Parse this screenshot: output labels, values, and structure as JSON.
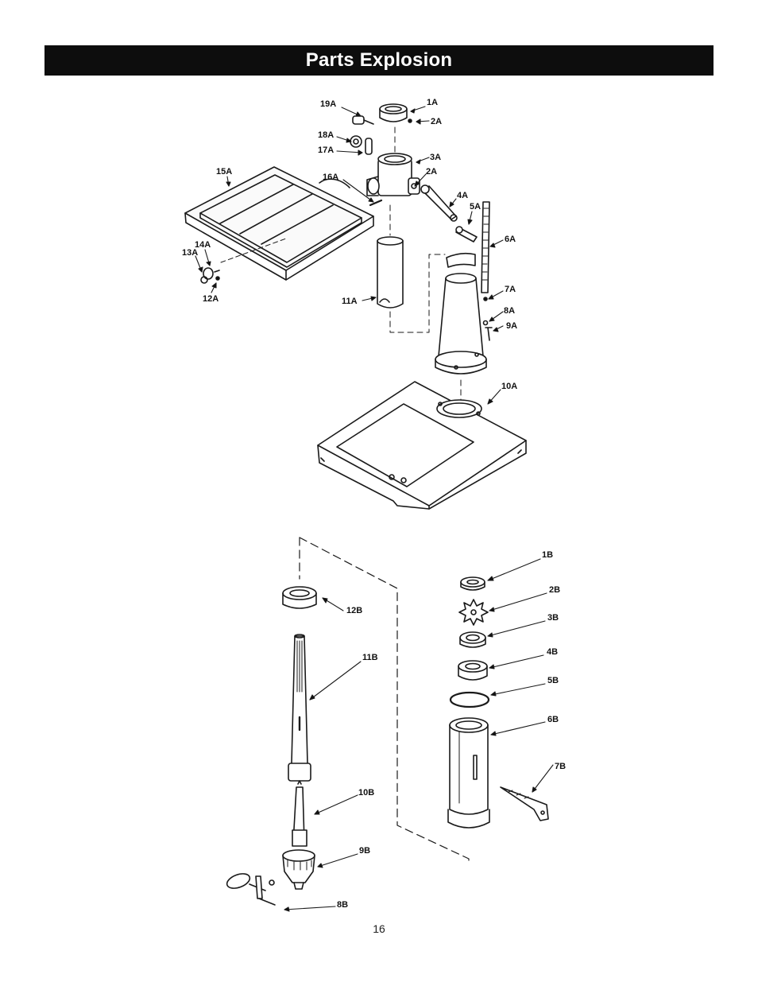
{
  "header": {
    "title": "Parts Explosion"
  },
  "footer": {
    "page_number": "16"
  },
  "colors": {
    "banner_bg": "#0d0d0d",
    "banner_text": "#ffffff",
    "ink": "#111111"
  },
  "parts_a": [
    "1A",
    "2A",
    "3A",
    "2A",
    "4A",
    "5A",
    "6A",
    "7A",
    "8A",
    "9A",
    "10A",
    "11A",
    "12A",
    "13A",
    "14A",
    "15A",
    "16A",
    "17A",
    "18A",
    "19A"
  ],
  "parts_b": [
    "1B",
    "2B",
    "3B",
    "4B",
    "5B",
    "6B",
    "7B",
    "8B",
    "9B",
    "10B",
    "11B",
    "12B"
  ]
}
